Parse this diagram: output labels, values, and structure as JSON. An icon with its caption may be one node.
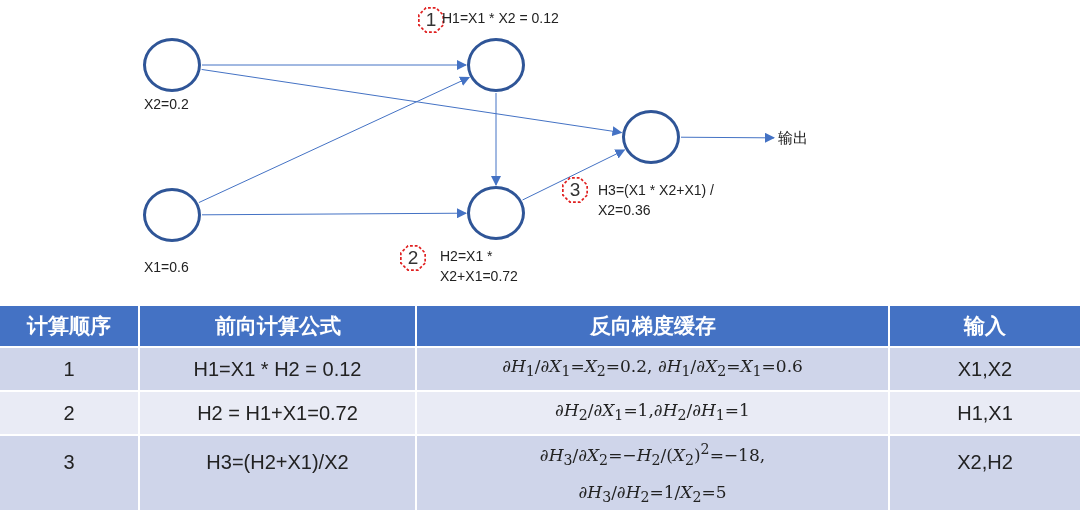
{
  "diagram": {
    "nodes": [
      {
        "text": [],
        "shape": "circle",
        "beside": [
          "X2=0.2"
        ]
      },
      {
        "text": [],
        "shape": "circle",
        "beside": [
          "X1=0.6"
        ]
      },
      {
        "text": [],
        "shape": "circle"
      },
      {
        "text": [],
        "shape": "circle"
      },
      {
        "text": [],
        "shape": "circle"
      },
      {
        "text": [
          "输出"
        ]
      },
      {
        "text": [
          "1"
        ],
        "beside": [
          "H1=X1 * X2 = 0.12"
        ]
      },
      {
        "text": [
          "2"
        ],
        "beside": [
          "H2=X1 * X2+X1=0.72"
        ]
      },
      {
        "text": [
          "3"
        ],
        "beside": [
          "H3=(X1 * X2+X1) / X2=0.36"
        ]
      }
    ],
    "edges": [
      {
        "from": 0,
        "to": 2,
        "arrow": "to"
      },
      {
        "from": 0,
        "to": 4,
        "arrow": "to"
      },
      {
        "from": 1,
        "to": 2,
        "arrow": "to"
      },
      {
        "from": 1,
        "to": 3,
        "arrow": "to"
      },
      {
        "from": 2,
        "to": 3,
        "arrow": "to"
      },
      {
        "from": 3,
        "to": 4,
        "arrow": "to"
      },
      {
        "from": 4,
        "to": 5,
        "arrow": "to"
      }
    ],
    "labels": [
      "计算顺序",
      "前向计算公式",
      "反向梯度缓存",
      "输入",
      "1",
      "H1=X1 * H2 = 0.12",
      "∂*H*$_{1}$/∂*X*$_{1}$=*X*$_{2}$=0.2, ∂*H*$_{1}$/∂*X*$_{2}$=*X*$_{1}$=0.6",
      "X1,X2",
      "2",
      "H2 = H1+X1=0.72",
      "∂*H*$_{2}$/∂*X*$_{1}$=1,∂*H*$_{2}$/∂*H*$_{1}$=1",
      "H1,X1",
      "3",
      "H3=(H2+X1)/X2",
      "∂*H*$_{3}$/∂*X*$_{2}$=−*H*$_{2}$/(*X*$_{2}$)$^{2}$=−18, ∂*H*$_{3}$/∂*H*$_{2}$=1/*X*$_{2}$=5",
      "X2,H2"
    ]
  }
}
